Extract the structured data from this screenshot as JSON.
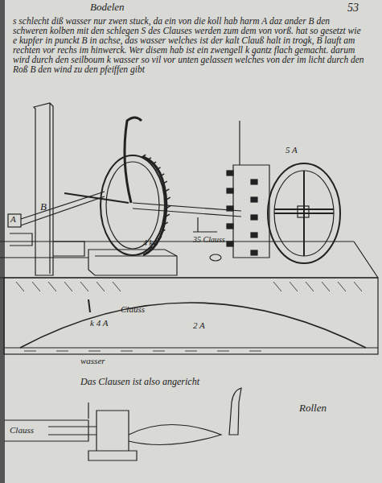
{
  "diagram": {
    "title": "Bodelen",
    "labels": [
      "53",
      "s schlecht diß wasser nur zwen stuck, da ein von die koll hab harm A daz ander B den schweren kolben mit den schlegen S des Clauses werden zum dem von vorß. hat so gesetzt wie e kupfer in punckt B in achse, das wasser welches ist der kalt Clauß halt in trogk, B lauft am rechten vor rechs im hinwerck. Wer disem hab ist ein zwengell k gantz flach gemacht. darum wird durch den seilboum k wasser so vil vor unten gelassen welches von der im licht durch den Roß B den wind zu den pfeiffen gibt",
      "B",
      "A",
      "4 k l",
      "35 Clauss",
      "5 A",
      "Clauss",
      "k 4 A",
      "2 A",
      "wasser",
      "Das Clausen ist also angericht",
      "Rollen",
      "Clauss"
    ]
  }
}
